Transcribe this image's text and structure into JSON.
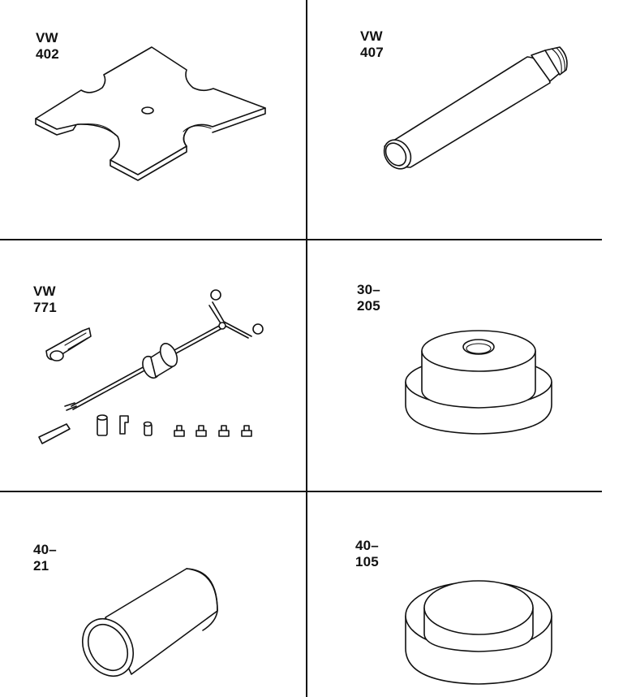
{
  "tools": [
    {
      "label": "VW 402",
      "icon": "adapter-plate-icon"
    },
    {
      "label": "VW 407",
      "icon": "drift-rod-icon"
    },
    {
      "label": "VW 771",
      "icon": "slide-hammer-set-icon"
    },
    {
      "label": "30–205",
      "icon": "stepped-thrust-piece-icon"
    },
    {
      "label": "40–21",
      "icon": "tube-sleeve-icon"
    },
    {
      "label": "40–105",
      "icon": "pressure-disc-icon"
    }
  ]
}
